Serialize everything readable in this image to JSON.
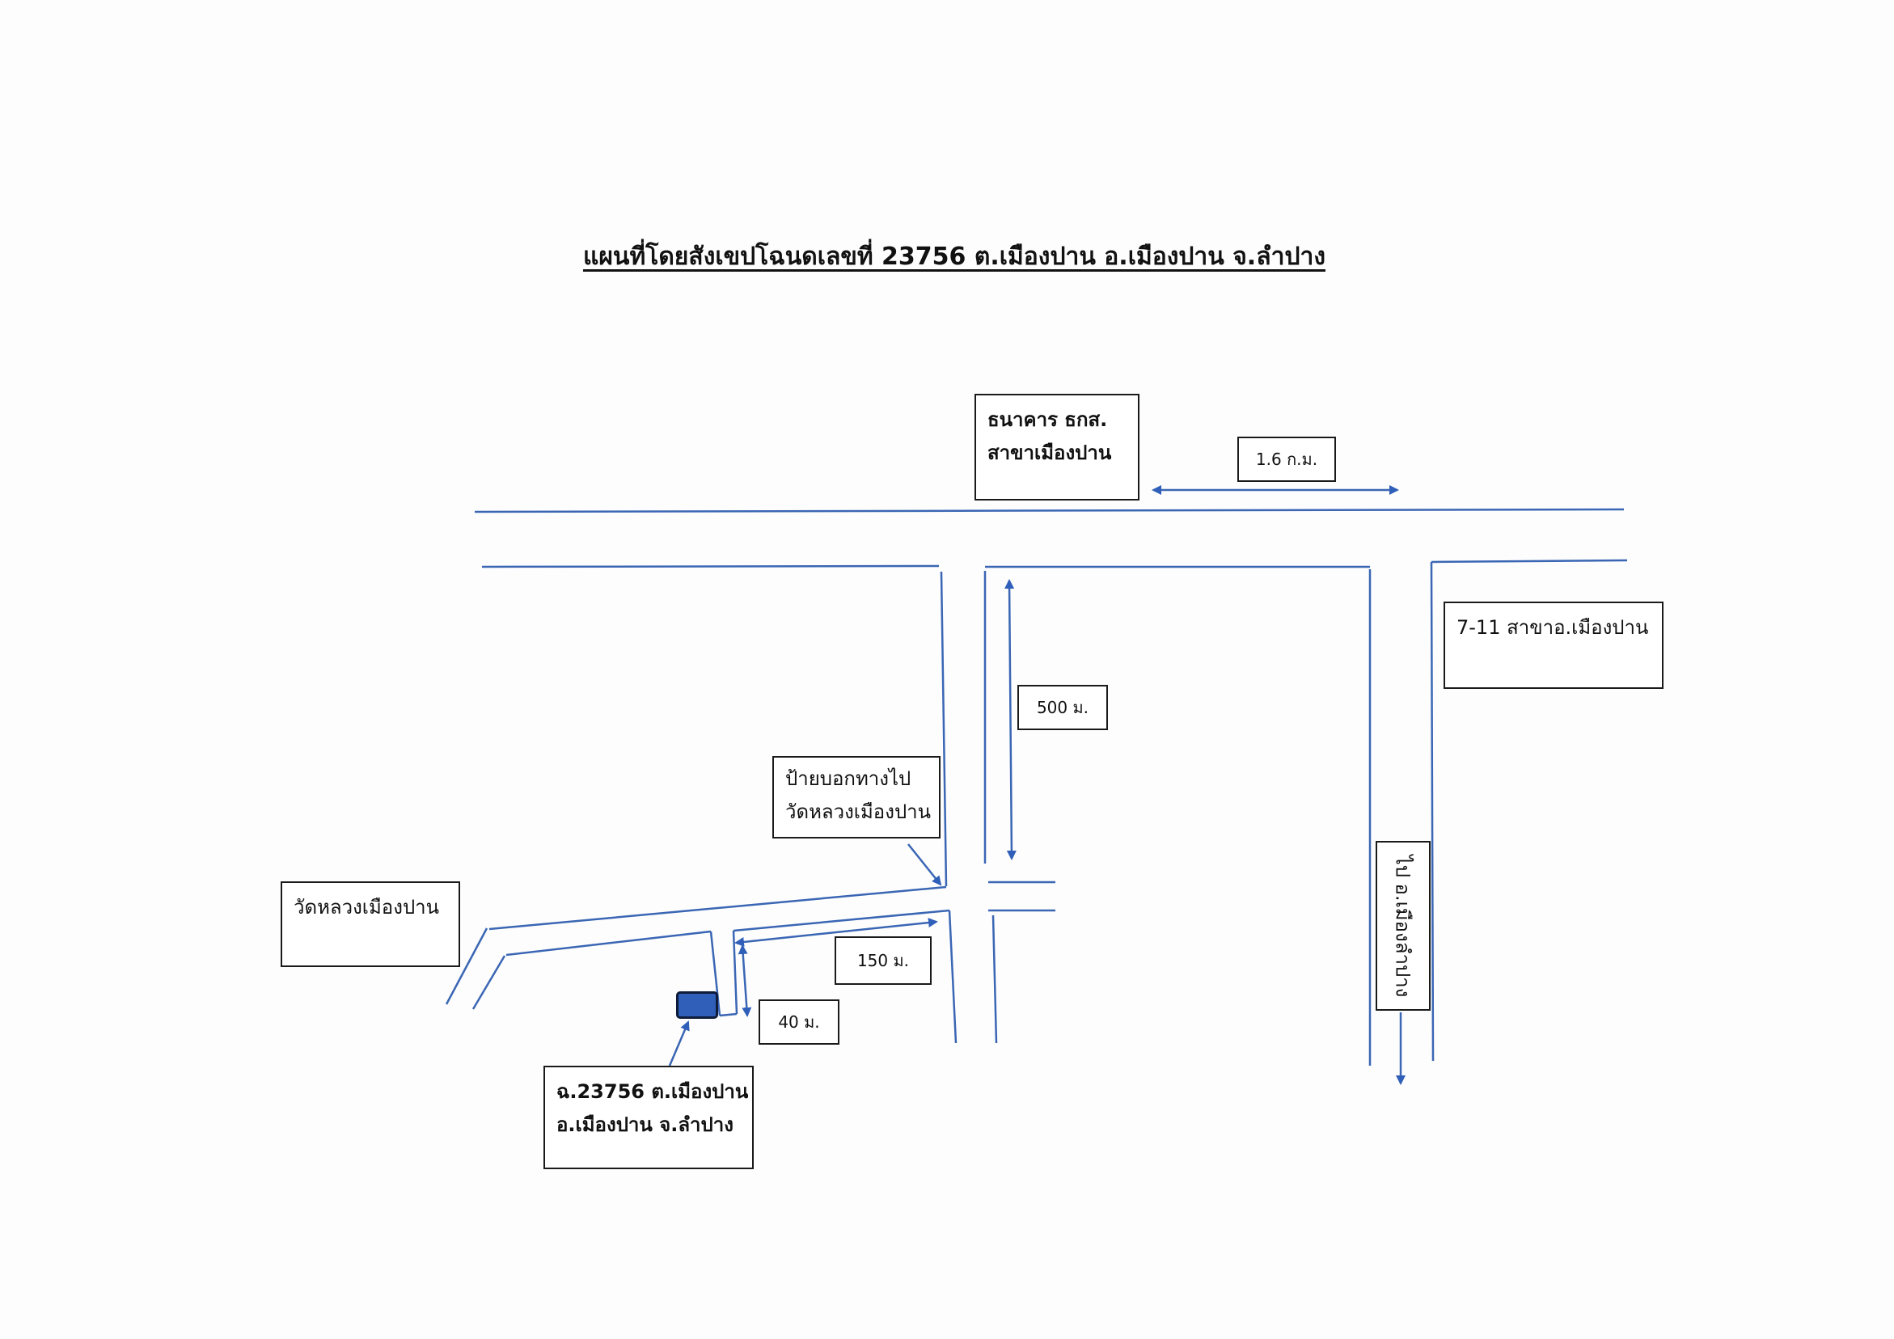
{
  "map": {
    "title": "แผนที่โดยสังเขปโฉนดเลขที่ 23756 ต.เมืองปาน อ.เมืองปาน จ.ลำปาง",
    "road_color": "#3a66b4",
    "parcel_color": "#2f5fb8",
    "landmarks": {
      "bank": {
        "line1": "ธนาคาร ธกส.",
        "line2": "สาขาเมืองปาน"
      },
      "seven_eleven": {
        "label": "7-11 สาขาอ.เมืองปาน"
      },
      "temple_sign": {
        "line1": "ป้ายบอกทางไป",
        "line2": "วัดหลวงเมืองปาน"
      },
      "temple": {
        "label": "วัดหลวงเมืองปาน"
      },
      "parcel": {
        "line1": "ฉ.23756 ต.เมืองปาน",
        "line2": "อ.เมืองปาน จ.ลำปาง"
      }
    },
    "directions": {
      "to_lampang": "ไป อ.เมืองลำปาง"
    },
    "distances": {
      "main_road": "1.6 ก.ม.",
      "north_road": "500 ม.",
      "side_road": "150 ม.",
      "lane": "40 ม."
    }
  }
}
